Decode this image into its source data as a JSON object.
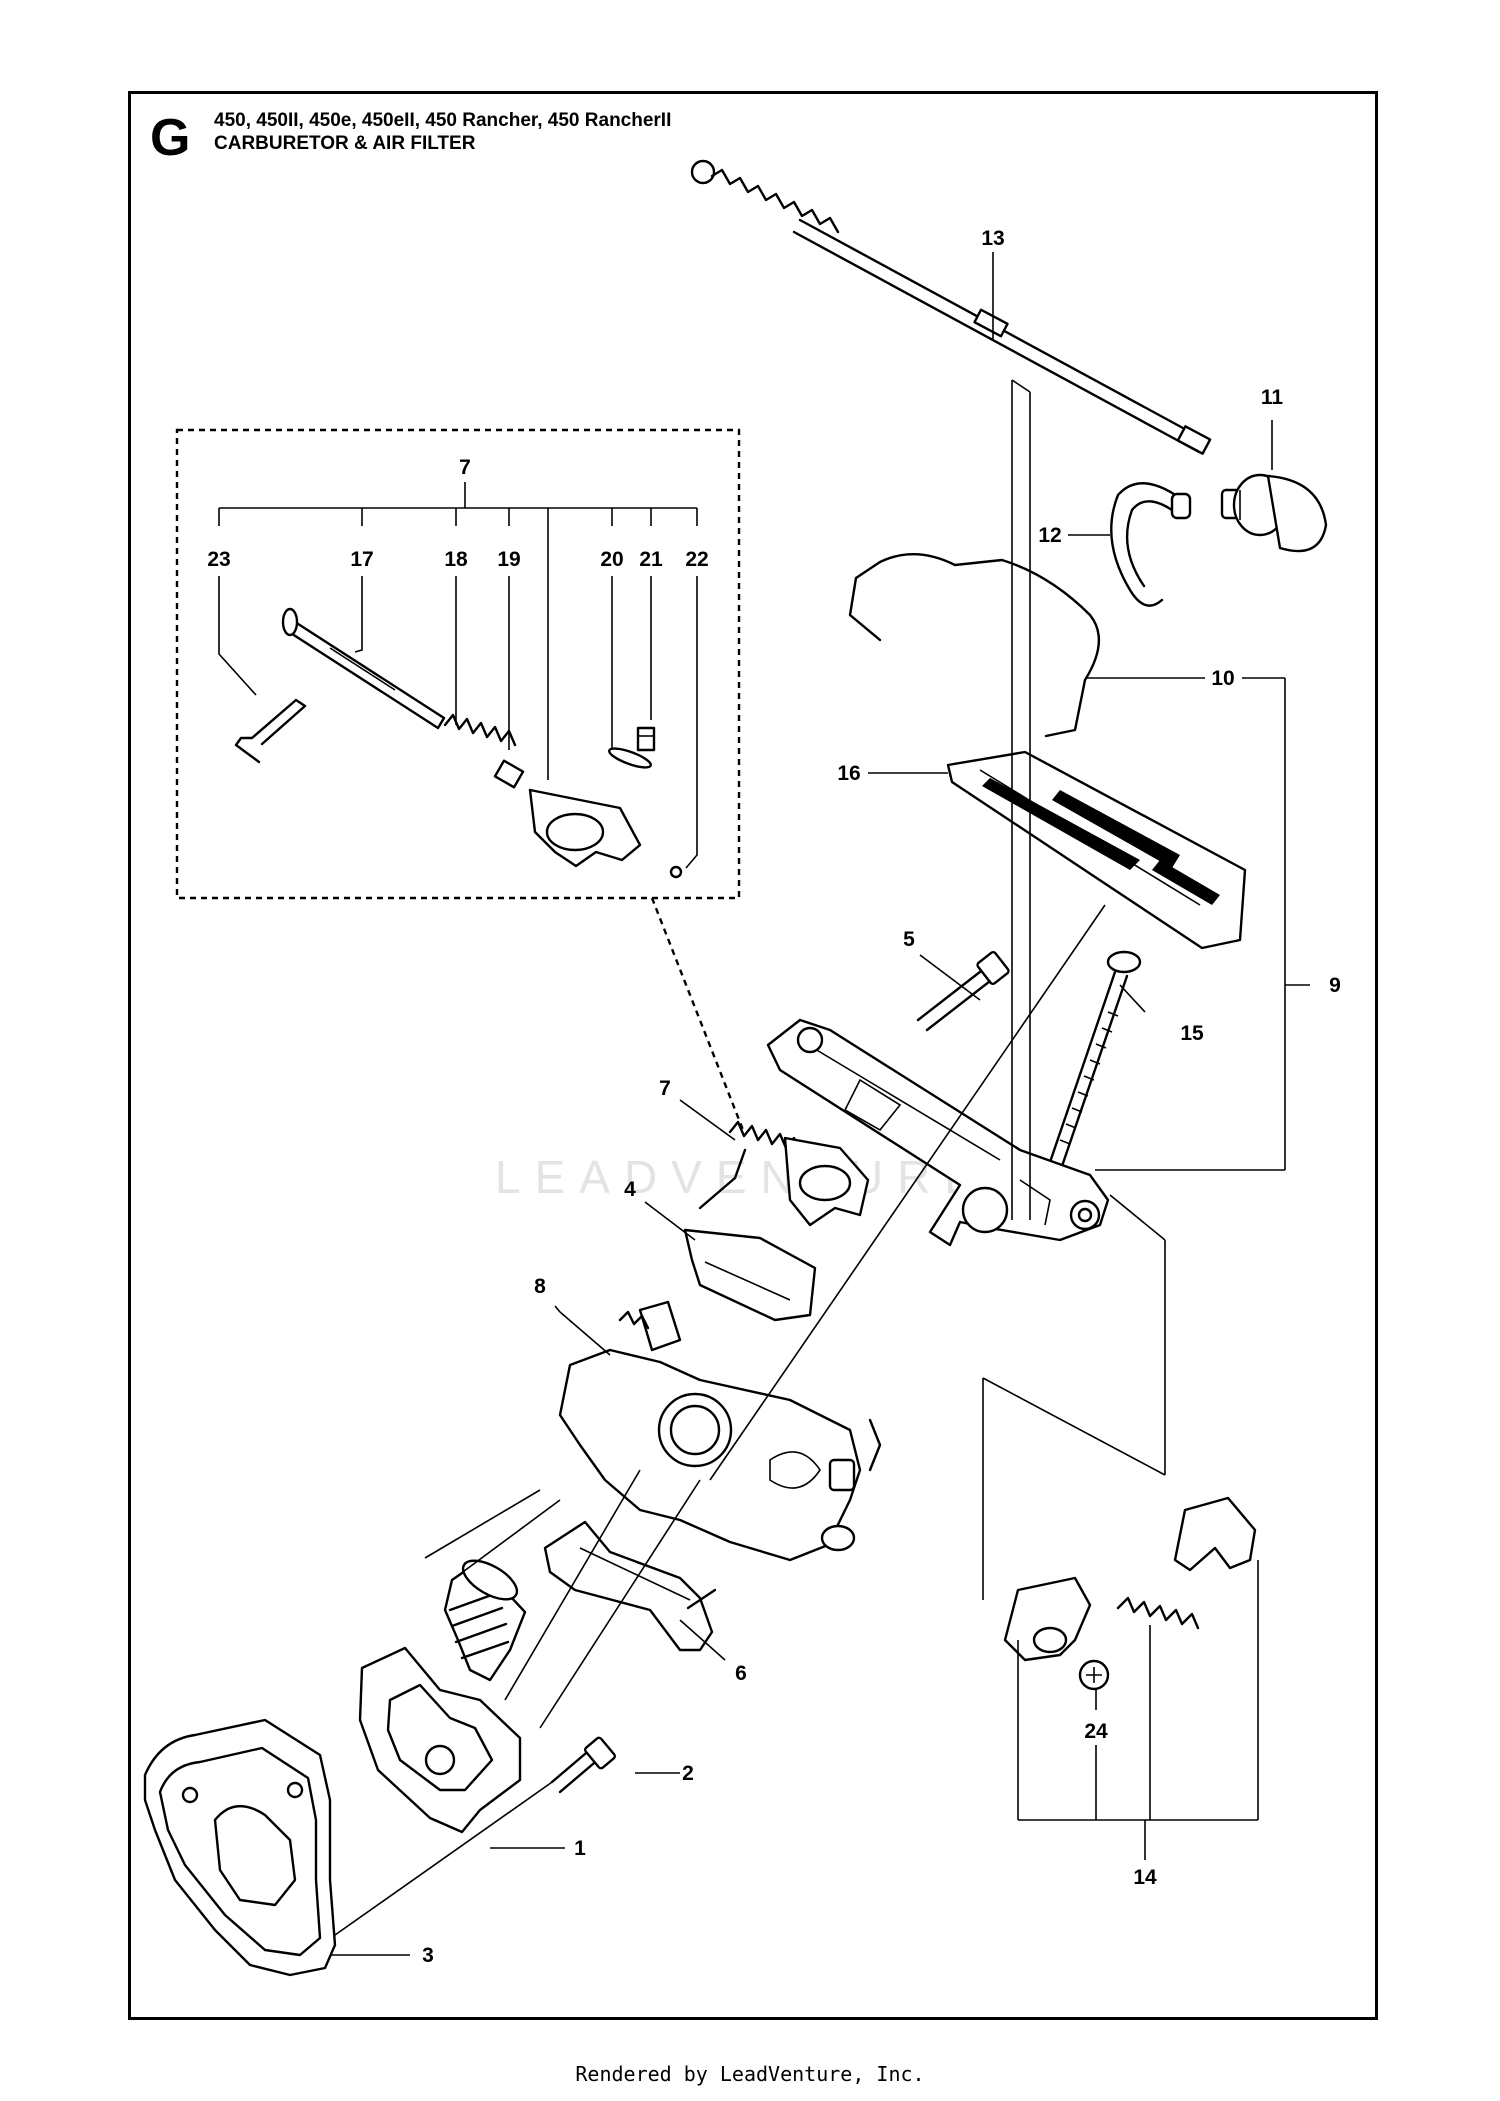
{
  "header": {
    "section_letter": "G",
    "models": "450, 450II, 450e, 450eII, 450 Rancher, 450 RancherII",
    "subtitle": "CARBURETOR & AIR FILTER"
  },
  "watermark": "LEADVENTURE",
  "callouts": {
    "c1": "1",
    "c2": "2",
    "c3": "3",
    "c4": "4",
    "c5": "5",
    "c6": "6",
    "c7_detail": "7",
    "c7": "7",
    "c8": "8",
    "c9": "9",
    "c10": "10",
    "c11": "11",
    "c12": "12",
    "c13": "13",
    "c14": "14",
    "c15": "15",
    "c16": "16",
    "c17": "17",
    "c18": "18",
    "c19": "19",
    "c20": "20",
    "c21": "21",
    "c22": "22",
    "c23": "23",
    "c24": "24"
  },
  "footer": "Rendered by LeadVenture, Inc."
}
